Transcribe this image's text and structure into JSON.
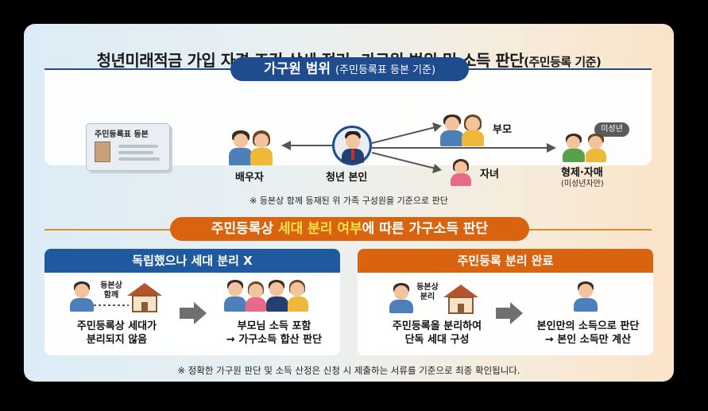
{
  "title": {
    "main": "청년미래적금 가입 자격 조건 상세 정리: 가구원 범위 및 소득 판단",
    "sub": "(주민등록 기준)"
  },
  "household": {
    "heading": "가구원 범위",
    "heading_sub": "(주민등록표 등본 기준)",
    "id_card_label": "주민등록표 등본",
    "spouse": "배우자",
    "self": "청년 본인",
    "parents": "부모",
    "children": "자녀",
    "siblings": "형제·자매",
    "siblings_sub": "(미성년자만)",
    "minor_badge": "미성년",
    "note": "※ 등본상 함께 등재된 위 가족 구성원을 기준으로 판단"
  },
  "income": {
    "heading_pre": "주민등록상 ",
    "heading_hl": "세대 분리 여부",
    "heading_post": "에 따른 가구소득 판단",
    "left": {
      "title": "독립했으나 세대 분리 X",
      "tag": "등본상\n함께",
      "cond_1": "주민등록상 세대가",
      "cond_2": "분리되지 않음",
      "result_1": "부모님 소득 포함",
      "result_2": "→ 가구소득 합산 판단"
    },
    "right": {
      "title": "주민등록 분리 완료",
      "tag": "등본상\n분리",
      "cond_1": "주민등록을 분리하여",
      "cond_2": "단독 세대 구성",
      "result_1": "본인만의 소득으로 판단",
      "result_2": "→ 본인 소득만 계산"
    },
    "note": "※ 정확한 가구원 판단 및 소득 산정은 신청 시 제출하는 서류를 기준으로 최종 확인됩니다."
  },
  "colors": {
    "blue": "#1f4c8f",
    "orange": "#d9630f",
    "highlight": "#ffe04a"
  }
}
